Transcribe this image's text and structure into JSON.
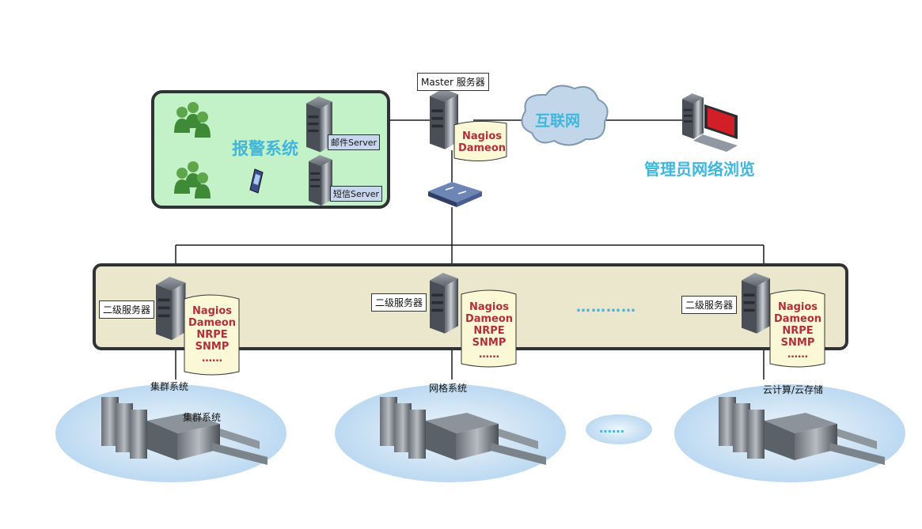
{
  "alarm_panel": {
    "title": "报警系统",
    "mail_server": "邮件Server",
    "sms_server": "短信Server"
  },
  "master": {
    "label": "Master 服务器",
    "agents": [
      "Nagios",
      "Dameon"
    ]
  },
  "internet": {
    "label": "互联网"
  },
  "admin": {
    "label": "管理员网络浏览"
  },
  "secondary": {
    "servers": [
      {
        "label": "二级服务器",
        "agents": [
          "Nagios",
          "Dameon",
          "NRPE",
          "SNMP",
          "……"
        ]
      },
      {
        "label": "二级服务器",
        "agents": [
          "Nagios",
          "Dameon",
          "NRPE",
          "SNMP",
          "……"
        ]
      },
      {
        "label": "二级服务器",
        "agents": [
          "Nagios",
          "Dameon",
          "NRPE",
          "SNMP",
          "……"
        ]
      }
    ],
    "ellipsis": "…………"
  },
  "clusters": [
    {
      "label": "集群系统",
      "inner_label": "集群系统"
    },
    {
      "label": "网格系统"
    },
    {
      "label": "云计算/云存储"
    }
  ],
  "cluster_ellipsis": "……",
  "colors": {
    "alarm_bg": "#c4f2c8",
    "band_bg": "#eae7cd",
    "cloud_bg": "#d7e9f7",
    "accent_text": "#41b6dd",
    "agent_text": "#b0303a"
  }
}
